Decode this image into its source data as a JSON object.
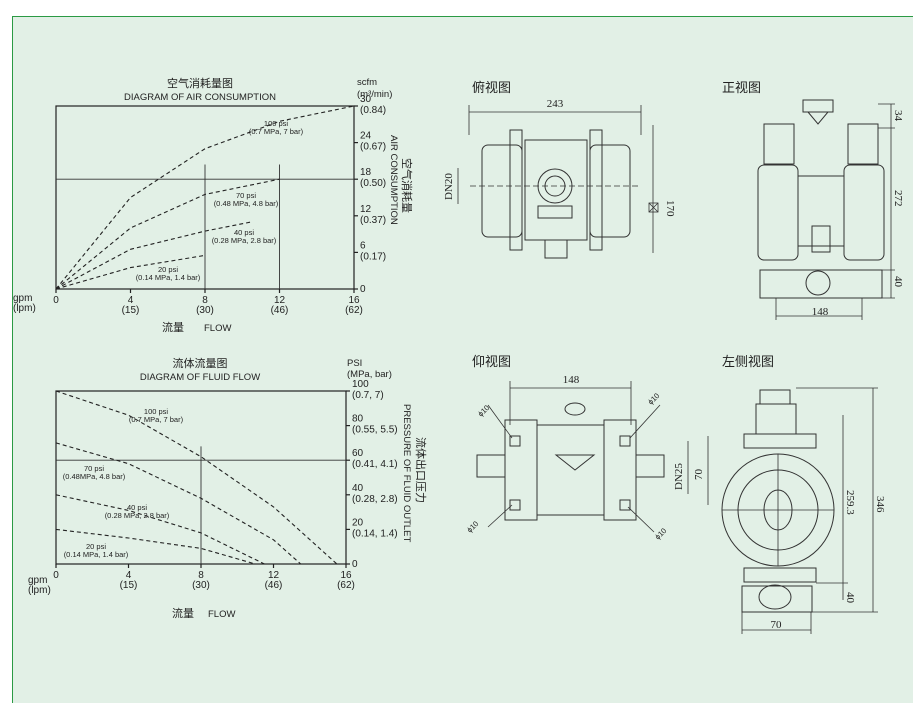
{
  "air_chart": {
    "title_cn": "空气消耗量图",
    "title_en": "DIAGRAM OF AIR CONSUMPTION",
    "y_unit_1": "scfm",
    "y_unit_2": "(m³/min)",
    "y_label_cn": "空气消耗量",
    "y_label_en": "AIR CONSUMPTION",
    "x_unit_1": "gpm",
    "x_unit_2": "(lpm)",
    "x_label_cn": "流量",
    "x_label_en": "FLOW",
    "x_ticks": [
      {
        "top": "0",
        "bottom": ""
      },
      {
        "top": "4",
        "bottom": "(15)"
      },
      {
        "top": "8",
        "bottom": "(30)"
      },
      {
        "top": "12",
        "bottom": "(46)"
      },
      {
        "top": "16",
        "bottom": "(62)"
      }
    ],
    "y_ticks": [
      {
        "top": "0",
        "bottom": ""
      },
      {
        "top": "6",
        "bottom": "(0.17)"
      },
      {
        "top": "12",
        "bottom": "(0.37)"
      },
      {
        "top": "18",
        "bottom": "(0.50)"
      },
      {
        "top": "24",
        "bottom": "(0.67)"
      },
      {
        "top": "30",
        "bottom": "(0.84)"
      }
    ],
    "curve_labels": [
      {
        "line1": "100 psi",
        "line2": "(0.7 MPa, 7 bar)"
      },
      {
        "line1": "70 psi",
        "line2": "(0.48 MPa, 4.8 bar)"
      },
      {
        "line1": "40 psi",
        "line2": "(0.28 MPa, 2.8 bar)"
      },
      {
        "line1": "20 psi",
        "line2": "(0.14 MPa, 1.4 bar)"
      }
    ]
  },
  "fluid_chart": {
    "title_cn": "流体流量图",
    "title_en": "DIAGRAM OF FLUID FLOW",
    "y_unit_1": "PSI",
    "y_unit_2": "(MPa, bar)",
    "y_label_cn": "流体出口压力",
    "y_label_en": "PRESSURE OF FLUID OUTLET",
    "x_unit_1": "gpm",
    "x_unit_2": "(lpm)",
    "x_label_cn": "流量",
    "x_label_en": "FLOW",
    "x_ticks": [
      {
        "top": "0",
        "bottom": ""
      },
      {
        "top": "4",
        "bottom": "(15)"
      },
      {
        "top": "8",
        "bottom": "(30)"
      },
      {
        "top": "12",
        "bottom": "(46)"
      },
      {
        "top": "16",
        "bottom": "(62)"
      }
    ],
    "y_ticks": [
      {
        "top": "0",
        "bottom": ""
      },
      {
        "top": "20",
        "bottom": "(0.14, 1.4)"
      },
      {
        "top": "40",
        "bottom": "(0.28, 2.8)"
      },
      {
        "top": "60",
        "bottom": "(0.41, 4.1)"
      },
      {
        "top": "80",
        "bottom": "(0.55, 5.5)"
      },
      {
        "top": "100",
        "bottom": "(0.7, 7)"
      }
    ],
    "curve_labels": [
      {
        "line1": "100 psi",
        "line2": "(0.7 MPa, 7 bar)"
      },
      {
        "line1": "70 psi",
        "line2": "(0.48MPa, 4.8 bar)"
      },
      {
        "line1": "40 psi",
        "line2": "(0.28 MPa, 2.8 bar)"
      },
      {
        "line1": "20 psi",
        "line2": "(0.14 MPa, 1.4 bar)"
      }
    ]
  },
  "chart_data": [
    {
      "type": "line",
      "title": "DIAGRAM OF AIR CONSUMPTION",
      "xlabel": "FLOW",
      "ylabel": "AIR CONSUMPTION",
      "xlim": [
        0,
        16
      ],
      "ylim": [
        0,
        30
      ],
      "grid": true,
      "series": [
        {
          "name": "100 psi",
          "x": [
            0,
            4,
            8,
            12,
            16
          ],
          "y": [
            0,
            15,
            23,
            27.5,
            30
          ]
        },
        {
          "name": "70 psi",
          "x": [
            0,
            4,
            8,
            12
          ],
          "y": [
            0,
            10,
            15.5,
            18
          ]
        },
        {
          "name": "40 psi",
          "x": [
            0,
            4,
            8,
            10.5
          ],
          "y": [
            0,
            6.5,
            9.5,
            11
          ]
        },
        {
          "name": "20 psi",
          "x": [
            0,
            4,
            8
          ],
          "y": [
            0,
            3.5,
            5.5
          ]
        }
      ]
    },
    {
      "type": "line",
      "title": "DIAGRAM OF FLUID FLOW",
      "xlabel": "FLOW",
      "ylabel": "PRESSURE OF FLUID OUTLET",
      "xlim": [
        0,
        16
      ],
      "ylim": [
        0,
        100
      ],
      "grid": true,
      "series": [
        {
          "name": "100 psi",
          "x": [
            0,
            4,
            8,
            12,
            15.5
          ],
          "y": [
            100,
            86,
            62,
            33,
            0
          ]
        },
        {
          "name": "70 psi",
          "x": [
            0,
            4,
            8,
            12,
            13.5
          ],
          "y": [
            70,
            58,
            38,
            14,
            0
          ]
        },
        {
          "name": "40 psi",
          "x": [
            0,
            4,
            8,
            11.5
          ],
          "y": [
            40,
            31,
            18,
            0
          ]
        },
        {
          "name": "20 psi",
          "x": [
            0,
            4,
            8,
            11
          ],
          "y": [
            20,
            15,
            9,
            0
          ]
        }
      ]
    }
  ],
  "views": {
    "top": {
      "label": "俯视图",
      "dims": [
        "243",
        "DN20",
        "170"
      ]
    },
    "front": {
      "label": "正视图",
      "dims": [
        "34",
        "272",
        "40",
        "148"
      ]
    },
    "bottom": {
      "label": "仰视图",
      "dims": [
        "148",
        "DN25",
        "70",
        "ϕ10",
        "ϕ10",
        "ϕ10",
        "ϕ10"
      ]
    },
    "side": {
      "label": "左侧视图",
      "dims": [
        "259.3",
        "346",
        "40",
        "70"
      ]
    }
  }
}
